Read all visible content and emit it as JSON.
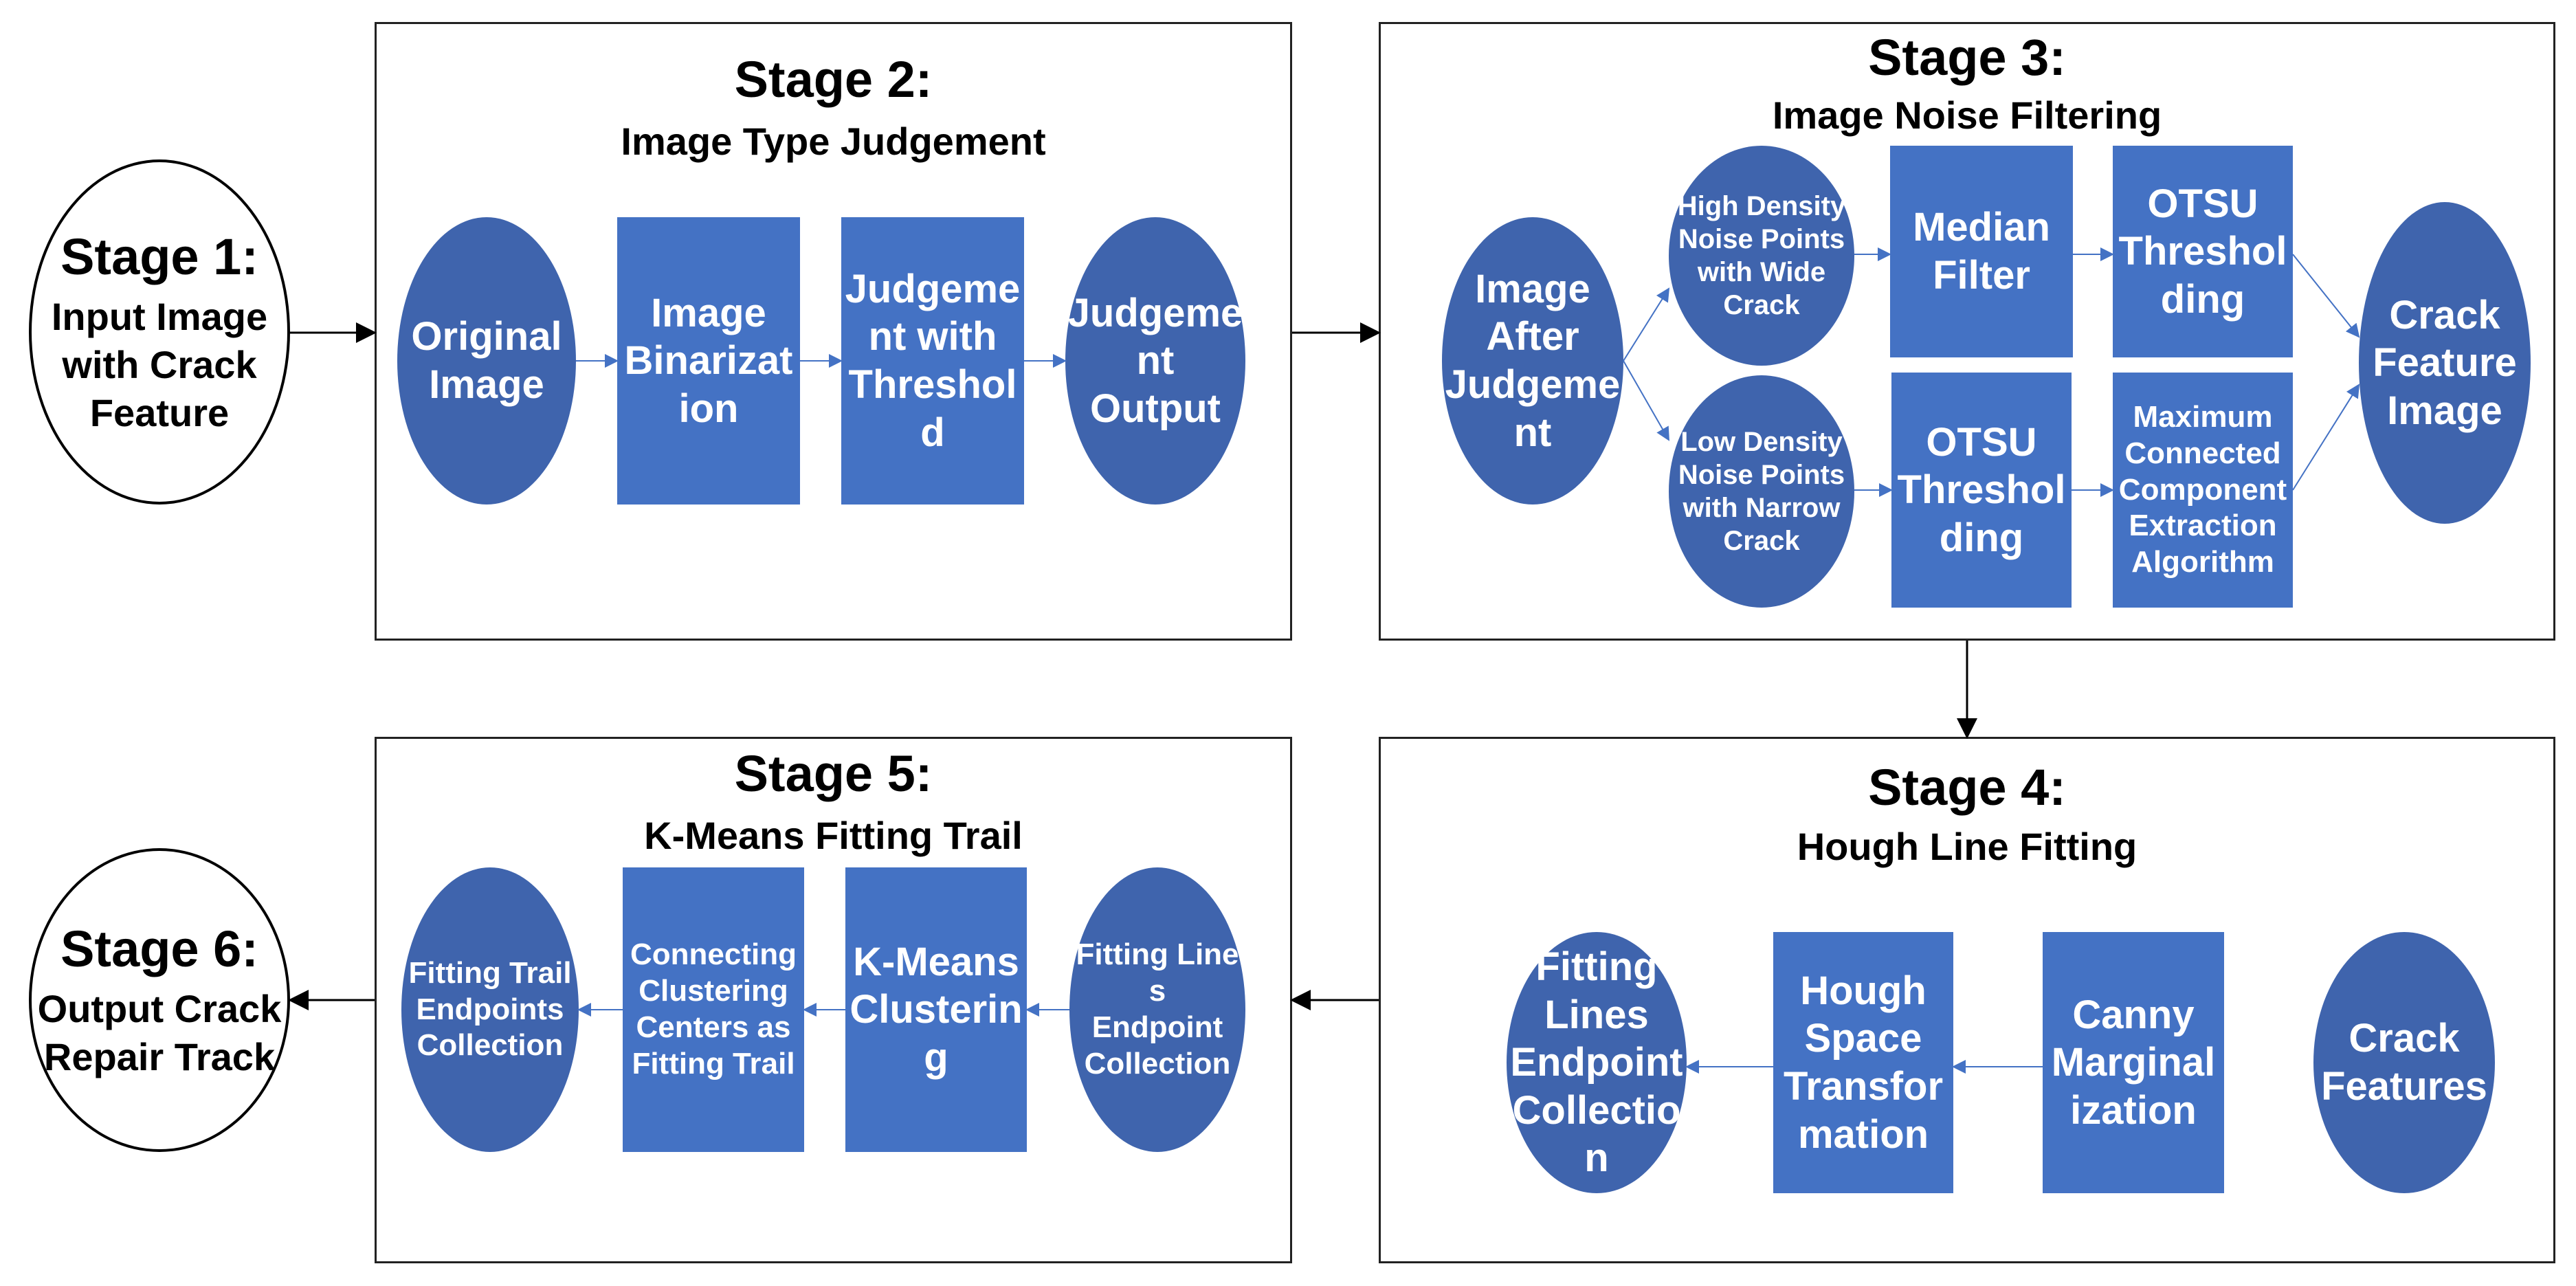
{
  "stage1": {
    "title": "Stage 1:",
    "subtitle": "Input Image\nwith Crack\nFeature"
  },
  "stage2": {
    "title": "Stage 2:",
    "subtitle": "Image Type Judgement",
    "original": "Original\nImage",
    "binarization": "Image\nBinarizat\nion",
    "judgement": "Judgeme\nnt with\nThreshol\nd",
    "output": "Judgeme\nnt\nOutput"
  },
  "stage3": {
    "title": "Stage 3:",
    "subtitle": "Image Noise Filtering",
    "after": "Image\nAfter\nJudgeme\nnt",
    "high": "High Density\nNoise Points\nwith Wide\nCrack",
    "low": "Low Density\nNoise Points\nwith Narrow\nCrack",
    "median": "Median\nFilter",
    "otsu_top": "OTSU\nThreshol\nding",
    "otsu_bottom": "OTSU\nThreshol\nding",
    "maxcc": "Maximum\nConnected\nComponent\nExtraction\nAlgorithm",
    "crack_image": "Crack\nFeature\nImage"
  },
  "stage4": {
    "title": "Stage 4:",
    "subtitle": "Hough Line Fitting",
    "crack_features": "Crack\nFeatures",
    "canny": "Canny\nMarginal\nization",
    "hough": "Hough\nSpace\nTransfor\nmation",
    "endpoints": "Fitting\nLines\nEndpoint\nCollectio\nn"
  },
  "stage5": {
    "title": "Stage 5:",
    "subtitle": "K-Means Fitting Trail",
    "endpoints_in": "Fitting Lines\nEndpoint\nCollection",
    "kmeans": "K-Means\nClusterin\ng",
    "connecting": "Connecting\nClustering\nCenters as\nFitting Trail",
    "trail": "Fitting Trail\nEndpoints\nCollection"
  },
  "stage6": {
    "title": "Stage 6:",
    "subtitle": "Output Crack\nRepair Track"
  },
  "colors": {
    "oval": "#3f64ad",
    "rect": "#4472c4",
    "connector": "#4472c4",
    "arrow": "#000000"
  }
}
